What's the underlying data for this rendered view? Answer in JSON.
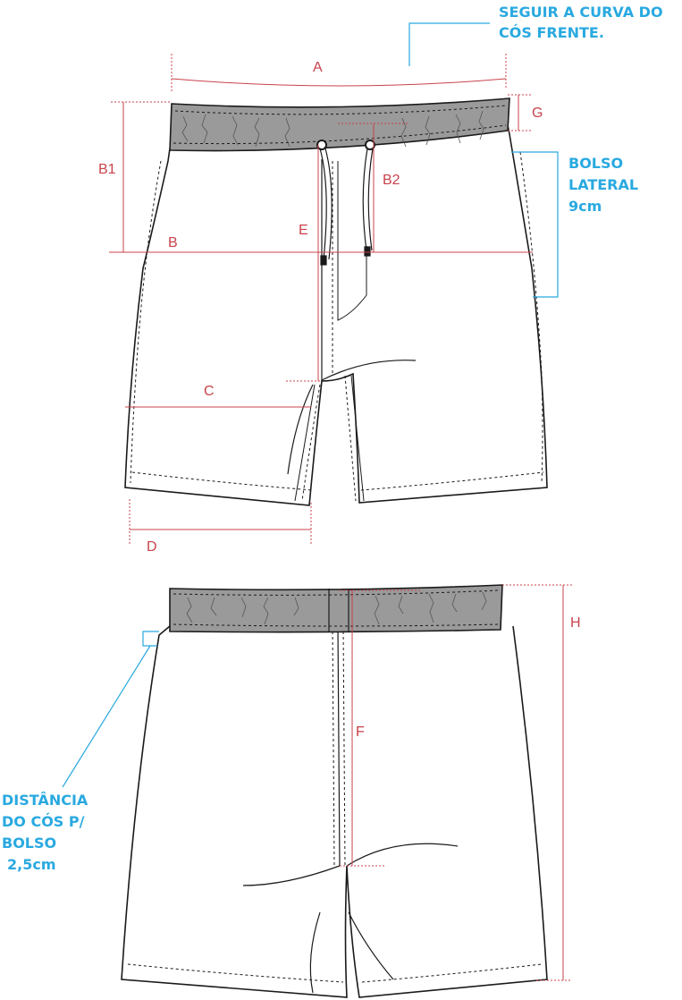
{
  "notes": {
    "waist_curve_line1": "SEGUIR A CURVA DO",
    "waist_curve_line2": "CÓS FRENTE.",
    "side_pocket_line1": "BOLSO",
    "side_pocket_line2": "LATERAL",
    "side_pocket_line3": "9cm",
    "back_pocket_line1": "DISTÂNCIA",
    "back_pocket_line2": "DO CÓS P/",
    "back_pocket_line3": "BOLSO",
    "back_pocket_line4": "2,5cm"
  },
  "measurements": {
    "a": "A",
    "b": "B",
    "b1": "B1",
    "b2": "B2",
    "c": "C",
    "d": "D",
    "e": "E",
    "f": "F",
    "g": "G",
    "h": "H"
  },
  "colors": {
    "measure": "#c8434b",
    "note": "#29a9e0",
    "outline": "#1a1a1a",
    "waistband": "#9a9a9a"
  }
}
